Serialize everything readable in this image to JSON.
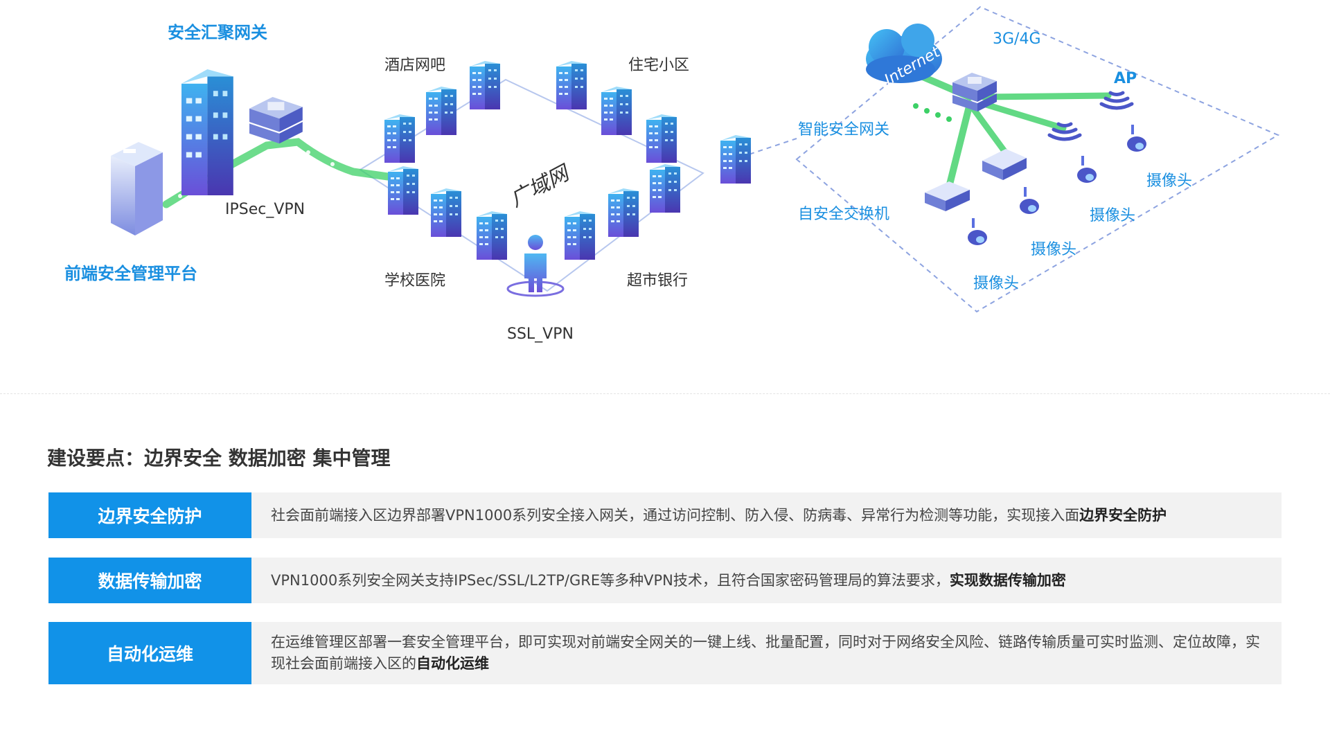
{
  "diagram": {
    "labels": {
      "aggregation_gateway": "安全汇聚网关",
      "front_platform": "前端安全管理平台",
      "ipsec_vpn": "IPSec_VPN",
      "hotel": "酒店网吧",
      "residential": "住宅小区",
      "school_hospital": "学校医院",
      "supermarket_bank": "超市银行",
      "wan": "广域网",
      "ssl_vpn": "SSL_VPN",
      "internet": "Internet",
      "cellular": "3G/4G",
      "ap": "AP",
      "smart_gateway": "智能安全网关",
      "self_switch": "自安全交换机",
      "camera_1": "摄像头",
      "camera_2": "摄像头",
      "camera_3": "摄像头",
      "camera_4": "摄像头"
    }
  },
  "section": {
    "title": "建设要点：边界安全 数据加密 集中管理"
  },
  "points": [
    {
      "tag": "边界安全防护",
      "text": "社会面前端接入区边界部署VPN1000系列安全接入网关，通过访问控制、防入侵、防病毒、异常行为检测等功能，实现接入面",
      "bold": "边界安全防护"
    },
    {
      "tag": "数据传输加密",
      "text": "VPN1000系列安全网关支持IPSec/SSL/L2TP/GRE等多种VPN技术，且符合国家密码管理局的算法要求，",
      "bold": "实现数据传输加密"
    },
    {
      "tag": "自动化运维",
      "text": "在运维管理区部署一套安全管理平台，即可实现对前端安全网关的一键上线、批量配置，同时对于网络安全风险、链路传输质量可实时监测、定位故障，实现社会面前端接入区的",
      "bold": "自动化运维"
    }
  ],
  "colors": {
    "accent_blue": "#1192e8",
    "label_blue": "#1a8fe0",
    "link_green": "#3cd066",
    "row_bg": "#f2f2f2"
  }
}
